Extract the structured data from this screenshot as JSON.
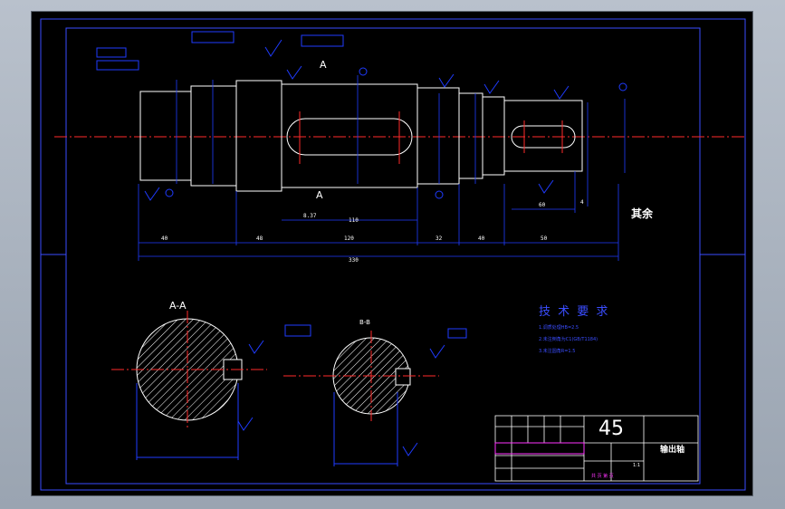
{
  "drawing": {
    "section_label_aa": "A-A",
    "section_label_bb": "B-B",
    "view_letter_top": "A",
    "view_letter_bottom": "A",
    "rest_note": "其余",
    "tech_title": "技 术 要 求",
    "tech_notes": [
      "1.调质处理HB=2.5",
      "2.未注倒角为C1(GB/T1184)",
      "3.未注圆角R=1.5"
    ],
    "title_block": {
      "material": "45",
      "part_name": "输出轴",
      "scale": "1:1",
      "sheet": "共 页 第 页"
    }
  },
  "colors": {
    "outline": "#ffffff",
    "dimension": "#1f3bff",
    "centerline": "#ff2a2a",
    "hatch": "#ffffff",
    "tables": "#ff33ff",
    "frame": "#3a4dff"
  }
}
